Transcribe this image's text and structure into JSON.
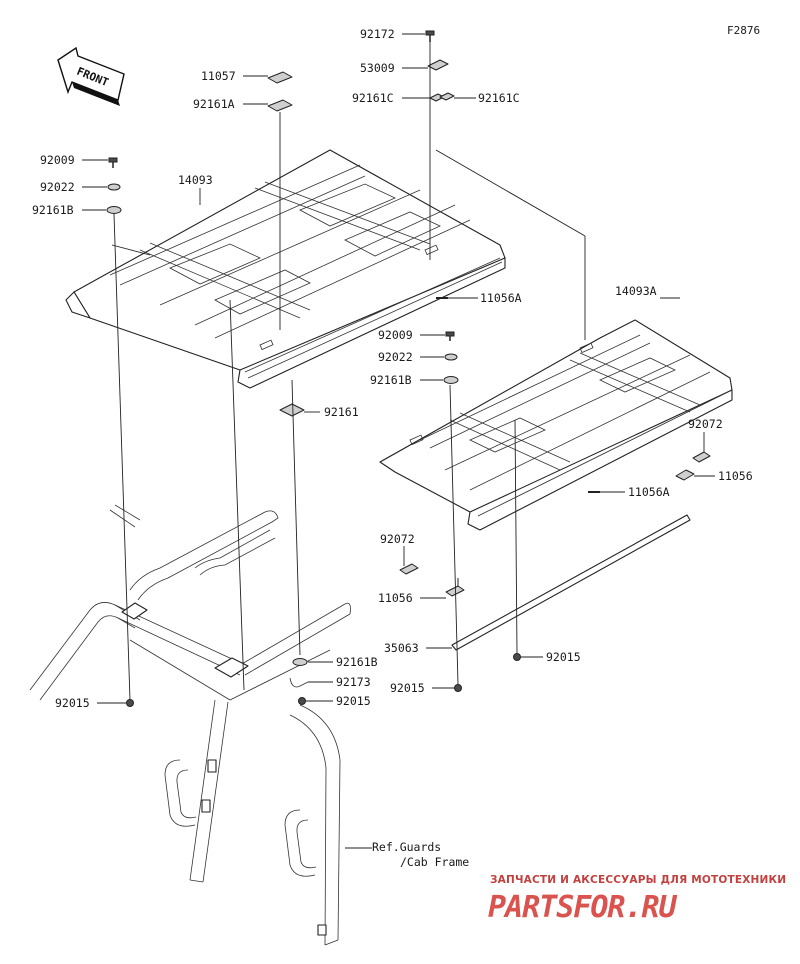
{
  "figure_code": "F2876",
  "front_label": "FRONT",
  "reference_text": {
    "line1": "Ref.Guards",
    "line2": "/Cab Frame"
  },
  "watermark": {
    "line1": "ЗАПЧАСТИ И АКСЕССУАРЫ ДЛЯ МОТОТЕХНИКИ",
    "line2": "PARTSFOR.RU"
  },
  "callouts": {
    "p92172": "92172",
    "p53009": "53009",
    "p92161c_left": "92161C",
    "p92161c_right": "92161C",
    "p11057": "11057",
    "p92161a": "92161A",
    "p92009_top": "92009",
    "p92022_top": "92022",
    "p92161b_top": "92161B",
    "p14093": "14093",
    "p11056a_top": "11056A",
    "p14093a": "14093A",
    "p92009_mid": "92009",
    "p92022_mid": "92022",
    "p92161b_mid": "92161B",
    "p92161": "92161",
    "p92072_right": "92072",
    "p11056_right": "11056",
    "p11056a_mid": "11056A",
    "p92072_left": "92072",
    "p11056_left": "11056",
    "p35063": "35063",
    "p92015_right": "92015",
    "p92015_mid": "92015",
    "p92161b_low": "92161B",
    "p92173": "92173",
    "p92015_low": "92015",
    "p92015_left": "92015"
  },
  "colors": {
    "line": "#222222",
    "watermark": "#d9534f",
    "part_fill": "#ffffff"
  }
}
